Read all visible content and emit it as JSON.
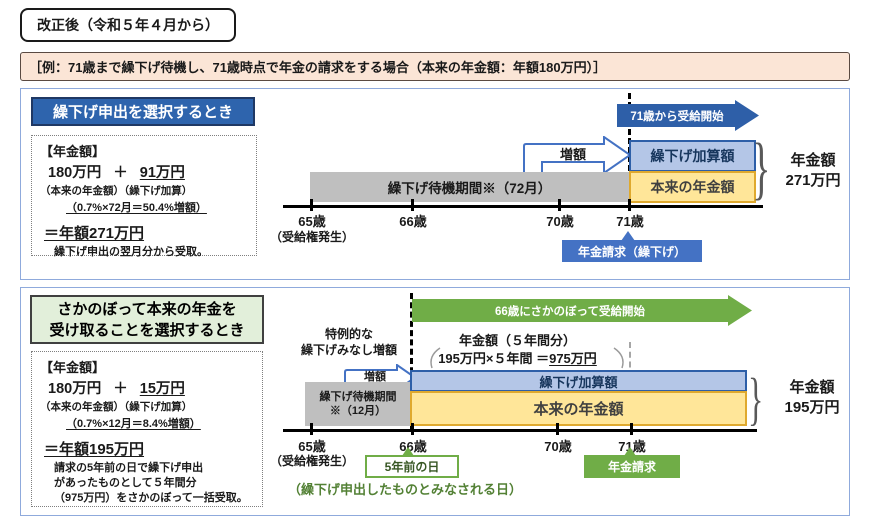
{
  "header": {
    "title": "改正後（令和５年４月から）",
    "example": "［例：71歳まで繰下げ待機し、71歳時点で年金の請求をする場合（本来の年金額：年額180万円）］"
  },
  "glyphs": {
    "brace": "}"
  },
  "section1": {
    "title": "繰下げ申出を選択するとき",
    "amount": {
      "heading": "【年金額】",
      "base": "180万円",
      "plus": "＋",
      "added": "91万円",
      "labels": "（本来の年金額）（繰下げ加算）",
      "calc": "（0.7%×72月＝50.4%増額）",
      "total": "＝年額271万円",
      "note": "繰下げ申出の翌月分から受取。"
    },
    "diagram": {
      "start_arrow": "71歳から受給開始",
      "increase": "増額",
      "added_bar": "繰下げ加算額",
      "base_bar": "本来の年金額",
      "waiting_bar": "繰下げ待機期間※（72月）",
      "ticks": [
        "65歳",
        "66歳",
        "70歳",
        "71歳"
      ],
      "entitlement": "（受給権発生）",
      "request_badge": "年金請求（繰下げ）",
      "total_label1": "年金額",
      "total_label2": "271万円"
    }
  },
  "section2": {
    "title1": "さかのぼって本来の年金を",
    "title2": "受け取ることを選択するとき",
    "amount": {
      "heading": "【年金額】",
      "base": "180万円",
      "plus": "＋",
      "added": "15万円",
      "labels": "（本来の年金額）（繰下げ加算）",
      "calc": "（0.7%×12月＝8.4%増額）",
      "total": "＝年額195万円",
      "note1": "請求の5年前の日で繰下げ申出",
      "note2": "があったものとして５年間分",
      "note3": "（975万円）をさかのぼって一括受取。"
    },
    "diagram": {
      "start_arrow": "66歳にさかのぼって受給開始",
      "special1": "特例的な",
      "special2": "繰下げみなし増額",
      "lump1": "年金額（５年間分）",
      "lump2_pre": "195万円×５年間 ＝ ",
      "lump2_value": "975万円",
      "increase": "増額",
      "added_bar": "繰下げ加算額",
      "base_bar": "本来の年金額",
      "waiting1": "繰下げ待機期間",
      "waiting2": "※（12月）",
      "ticks": [
        "65歳",
        "66歳",
        "70歳",
        "71歳"
      ],
      "entitlement": "（受給権発生）",
      "five_years_ago": "5年前の日",
      "request_badge": "年金請求",
      "deemed": "（繰下げ申出したものとみなされる日）",
      "total_label1": "年金額",
      "total_label2": "195万円"
    }
  },
  "colors": {
    "accent_blue": "#2E5FA8",
    "light_blue": "#B4C6E7",
    "badge_blue": "#4472C4",
    "light_yellow": "#FFE699",
    "gold": "#DFA92E",
    "gray_bar": "#BFBFBF",
    "green": "#70AD47",
    "light_green": "#E2EFDA",
    "green_text": "#538135",
    "banner_bg": "#FBE5D6"
  }
}
